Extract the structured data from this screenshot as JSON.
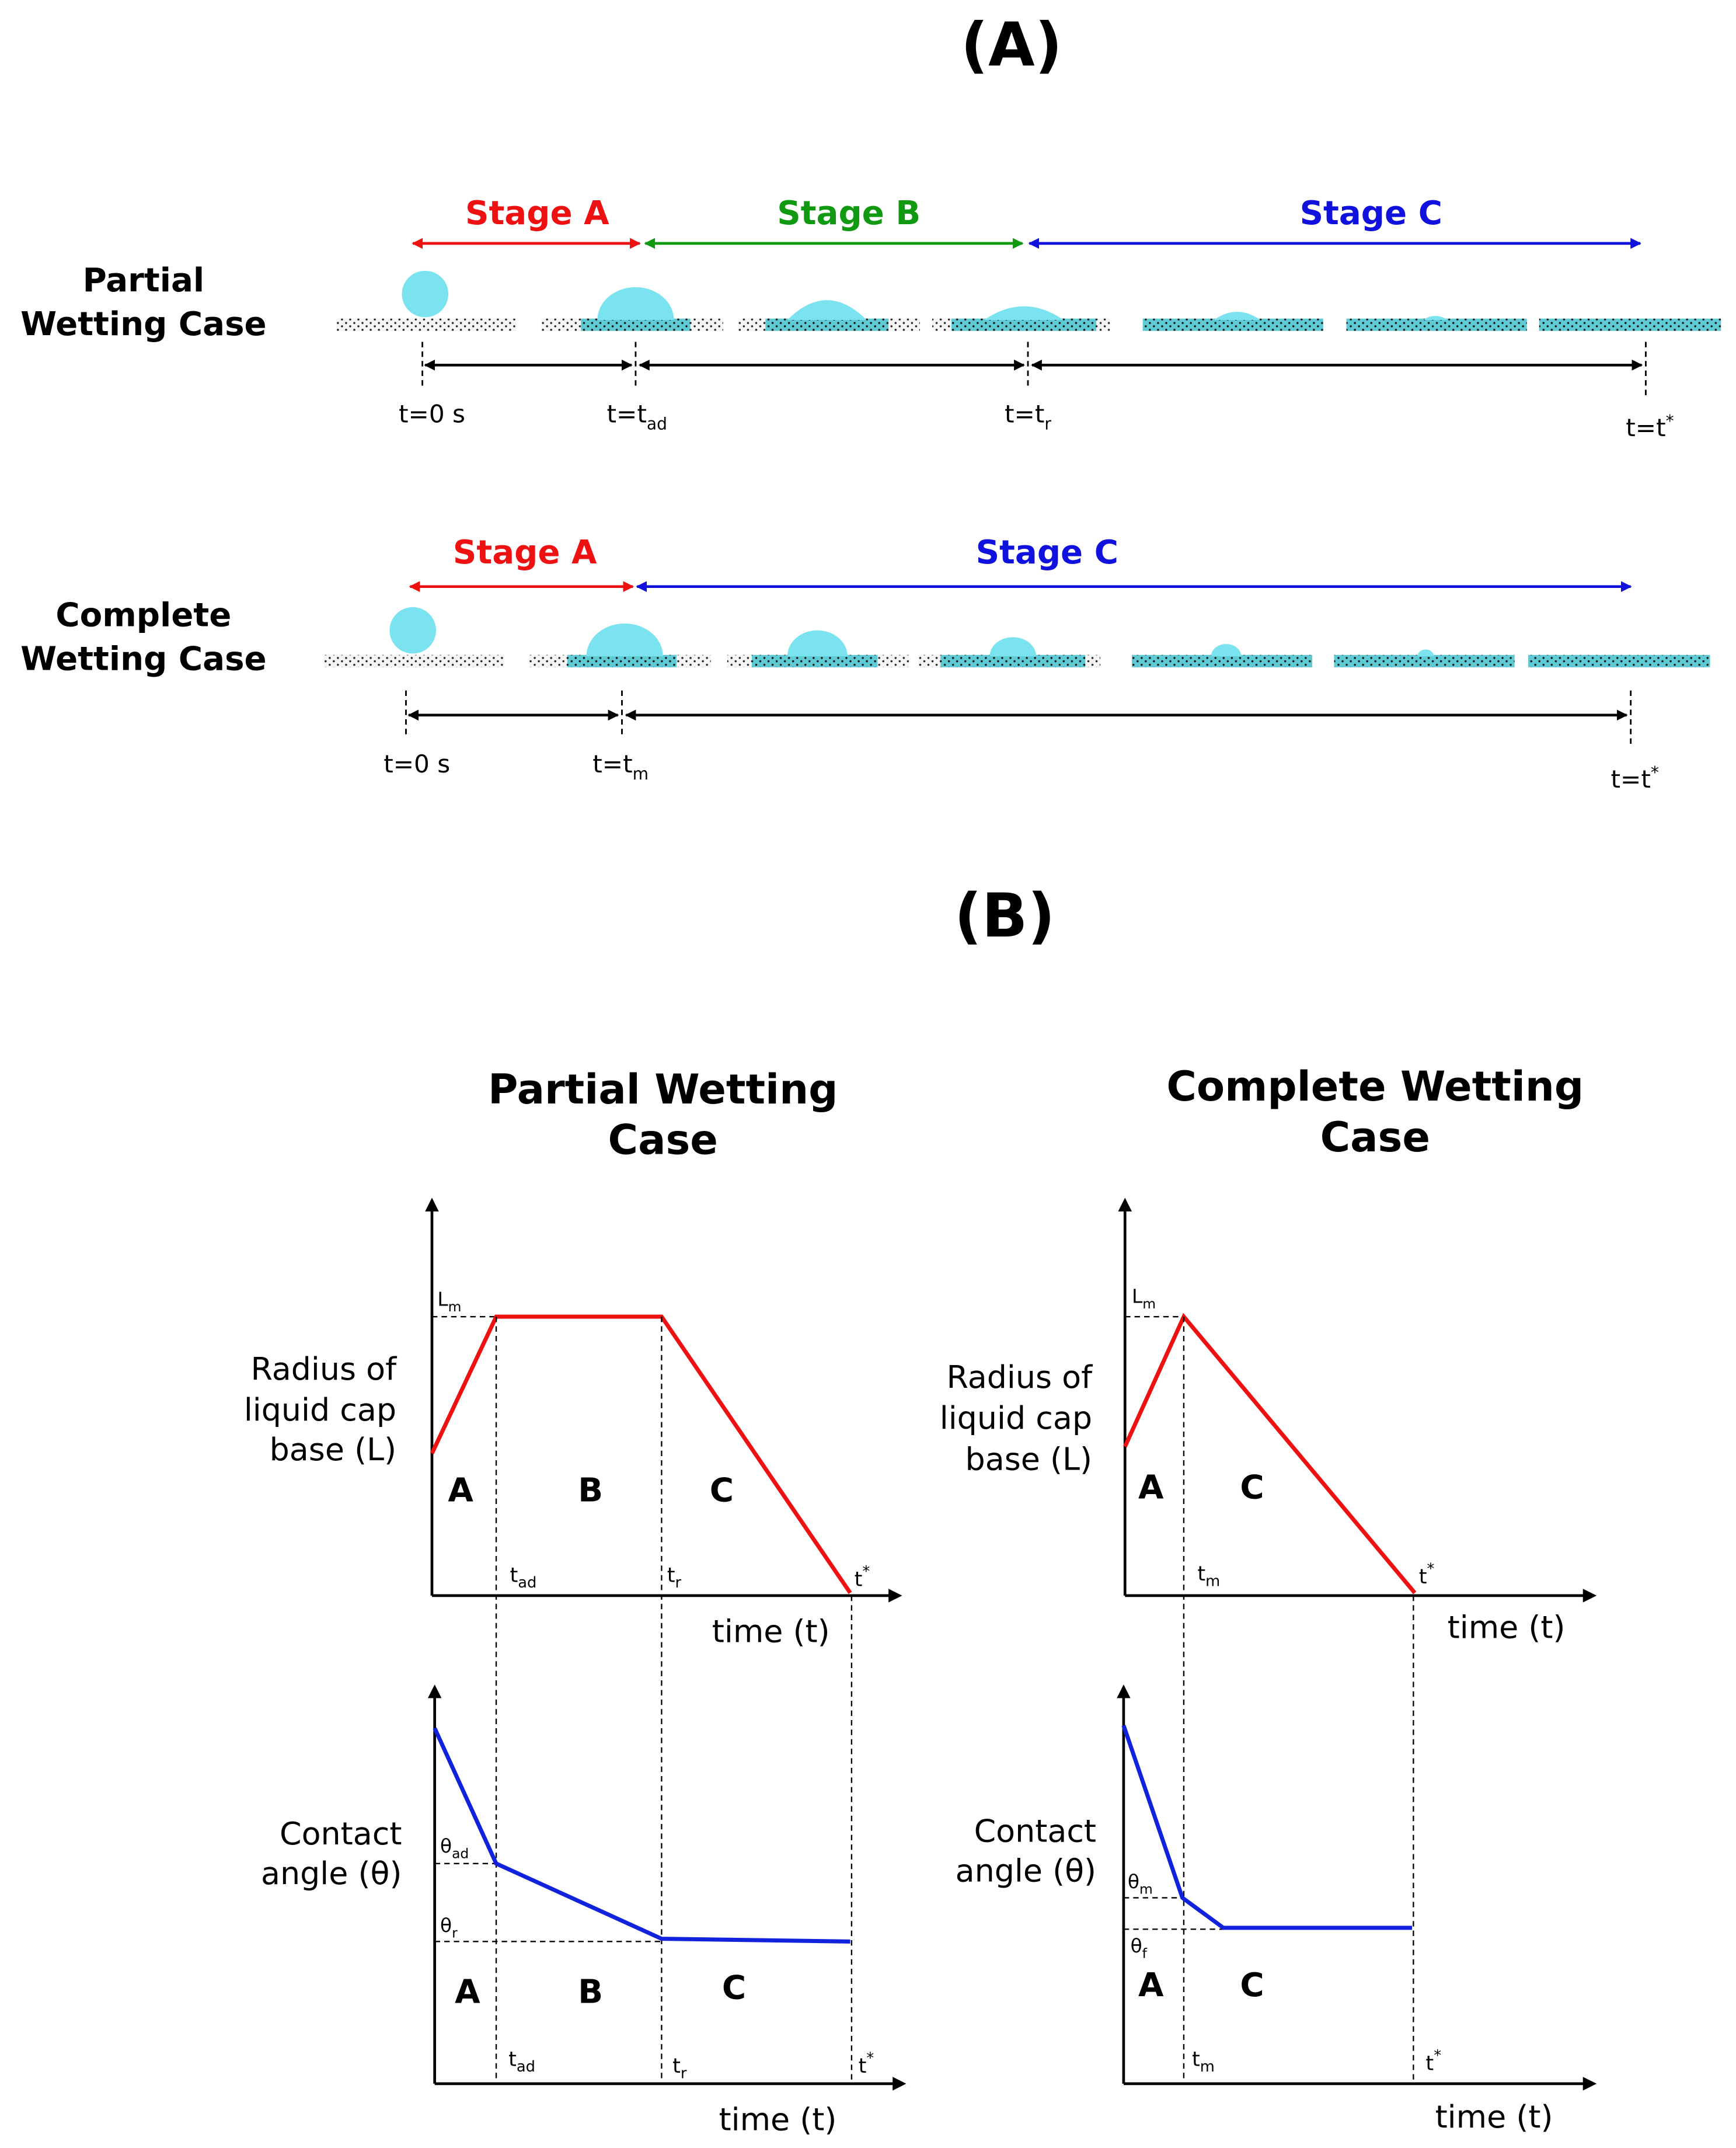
{
  "panel_a": {
    "label": "(A)",
    "partial": {
      "case_line1": "Partial",
      "case_line2": "Wetting Case",
      "stages": [
        "Stage A",
        "Stage B",
        "Stage C"
      ],
      "times": [
        {
          "main": "t=0 s",
          "sub": "",
          "sup": ""
        },
        {
          "main": "t=t",
          "sub": "ad",
          "sup": ""
        },
        {
          "main": "t=t",
          "sub": "r",
          "sup": ""
        },
        {
          "main": "t=t",
          "sub": "",
          "sup": "*"
        }
      ]
    },
    "complete": {
      "case_line1": "Complete",
      "case_line2": "Wetting Case",
      "stages": [
        "Stage A",
        "Stage C"
      ],
      "times": [
        {
          "main": "t=0 s",
          "sub": "",
          "sup": ""
        },
        {
          "main": "t=t",
          "sub": "m",
          "sup": ""
        },
        {
          "main": "t=t",
          "sub": "",
          "sup": "*"
        }
      ]
    }
  },
  "panel_b": {
    "label": "(B)",
    "partial": {
      "title_line1": "Partial Wetting",
      "title_line2": "Case",
      "radius_axis": [
        "Radius of",
        "liquid cap",
        "base (L)"
      ],
      "angle_axis": [
        "Contact",
        "angle (θ)"
      ],
      "xlabel": "time (t)",
      "regions": [
        "A",
        "B",
        "C"
      ],
      "L_label": {
        "main": "L",
        "sub": "m"
      },
      "theta_labels": [
        {
          "main": "θ",
          "sub": "ad"
        },
        {
          "main": "θ",
          "sub": "r"
        }
      ],
      "ticks": [
        {
          "main": "t",
          "sub": "ad",
          "sup": ""
        },
        {
          "main": "t",
          "sub": "r",
          "sup": ""
        },
        {
          "main": "t",
          "sub": "",
          "sup": "*"
        }
      ]
    },
    "complete": {
      "title_line1": "Complete Wetting",
      "title_line2": "Case",
      "radius_axis": [
        "Radius of",
        "liquid cap",
        "base (L)"
      ],
      "angle_axis": [
        "Contact",
        "angle (θ)"
      ],
      "xlabel": "time (t)",
      "regions": [
        "A",
        "C"
      ],
      "L_label": {
        "main": "L",
        "sub": "m"
      },
      "theta_labels": [
        {
          "main": "θ",
          "sub": "m"
        },
        {
          "main": "θ",
          "sub": "f"
        }
      ],
      "ticks": [
        {
          "main": "t",
          "sub": "m",
          "sup": ""
        },
        {
          "main": "t",
          "sub": "",
          "sup": "*"
        }
      ]
    }
  },
  "colors": {
    "stage_a": "#ee1111",
    "stage_b": "#119911",
    "stage_c": "#1111dd",
    "droplet": "#7ae3ef",
    "radius_curve": "#ee1111",
    "angle_curve": "#1122dd",
    "axis": "#000000"
  }
}
